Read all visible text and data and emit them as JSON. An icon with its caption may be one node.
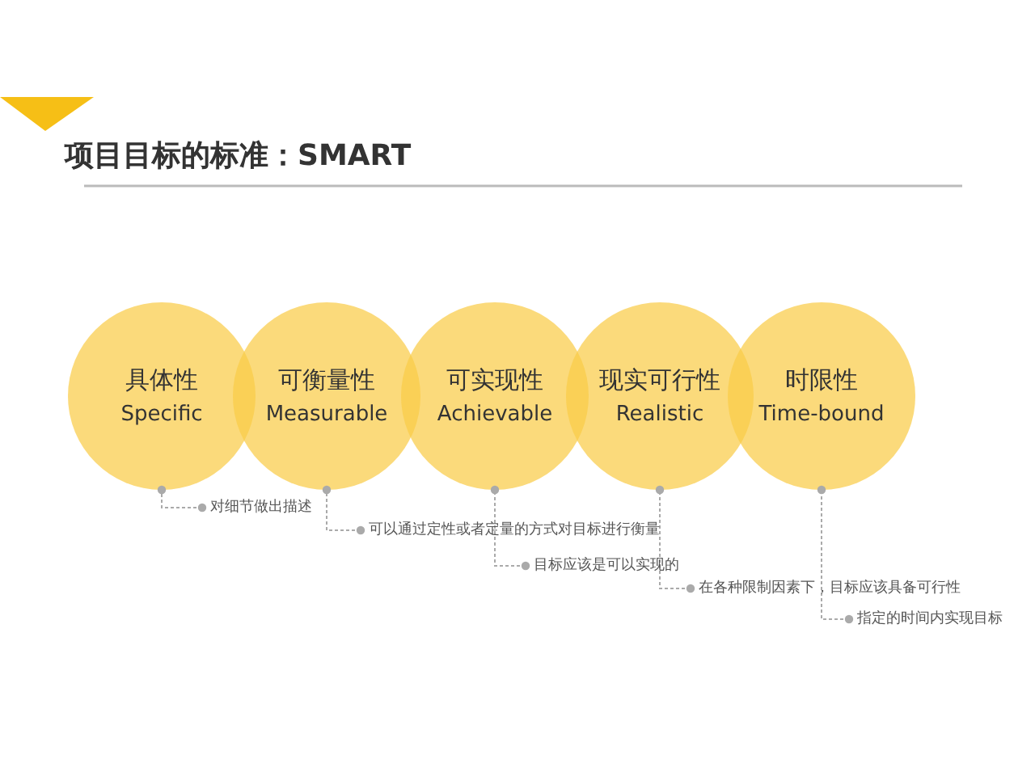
{
  "diagram": {
    "title": "项目目标的标准：SMART",
    "nodes": [
      {
        "text": [
          "具体性",
          "Specific"
        ]
      },
      {
        "text": [
          "可衡量性",
          "Measurable"
        ]
      },
      {
        "text": [
          "可实现性",
          "Achievable"
        ]
      },
      {
        "text": [
          "现实可行性",
          "Realistic"
        ]
      },
      {
        "text": [
          "时限性",
          "Time-bound"
        ]
      },
      {
        "text": [
          "对细节做出描述"
        ]
      },
      {
        "text": [
          "可以通过定性或者定量的方式对目标进行衡量"
        ]
      },
      {
        "text": [
          "目标应该是可以实现的"
        ]
      },
      {
        "text": [
          "在各种限制因素下，目标应该具备可行性"
        ]
      },
      {
        "text": [
          "指定的时间内实现目标"
        ]
      }
    ],
    "edges": [
      {
        "from": 5,
        "to": 0,
        "arrow": "other",
        "style": "dashed"
      },
      {
        "from": 6,
        "to": 1,
        "arrow": "other",
        "style": "dashed"
      },
      {
        "from": 7,
        "to": 2,
        "arrow": "other",
        "style": "dashed"
      },
      {
        "from": 8,
        "to": 3,
        "arrow": "other",
        "style": "dashed"
      },
      {
        "from": 9,
        "to": 4,
        "arrow": "other",
        "style": "dashed"
      }
    ]
  }
}
